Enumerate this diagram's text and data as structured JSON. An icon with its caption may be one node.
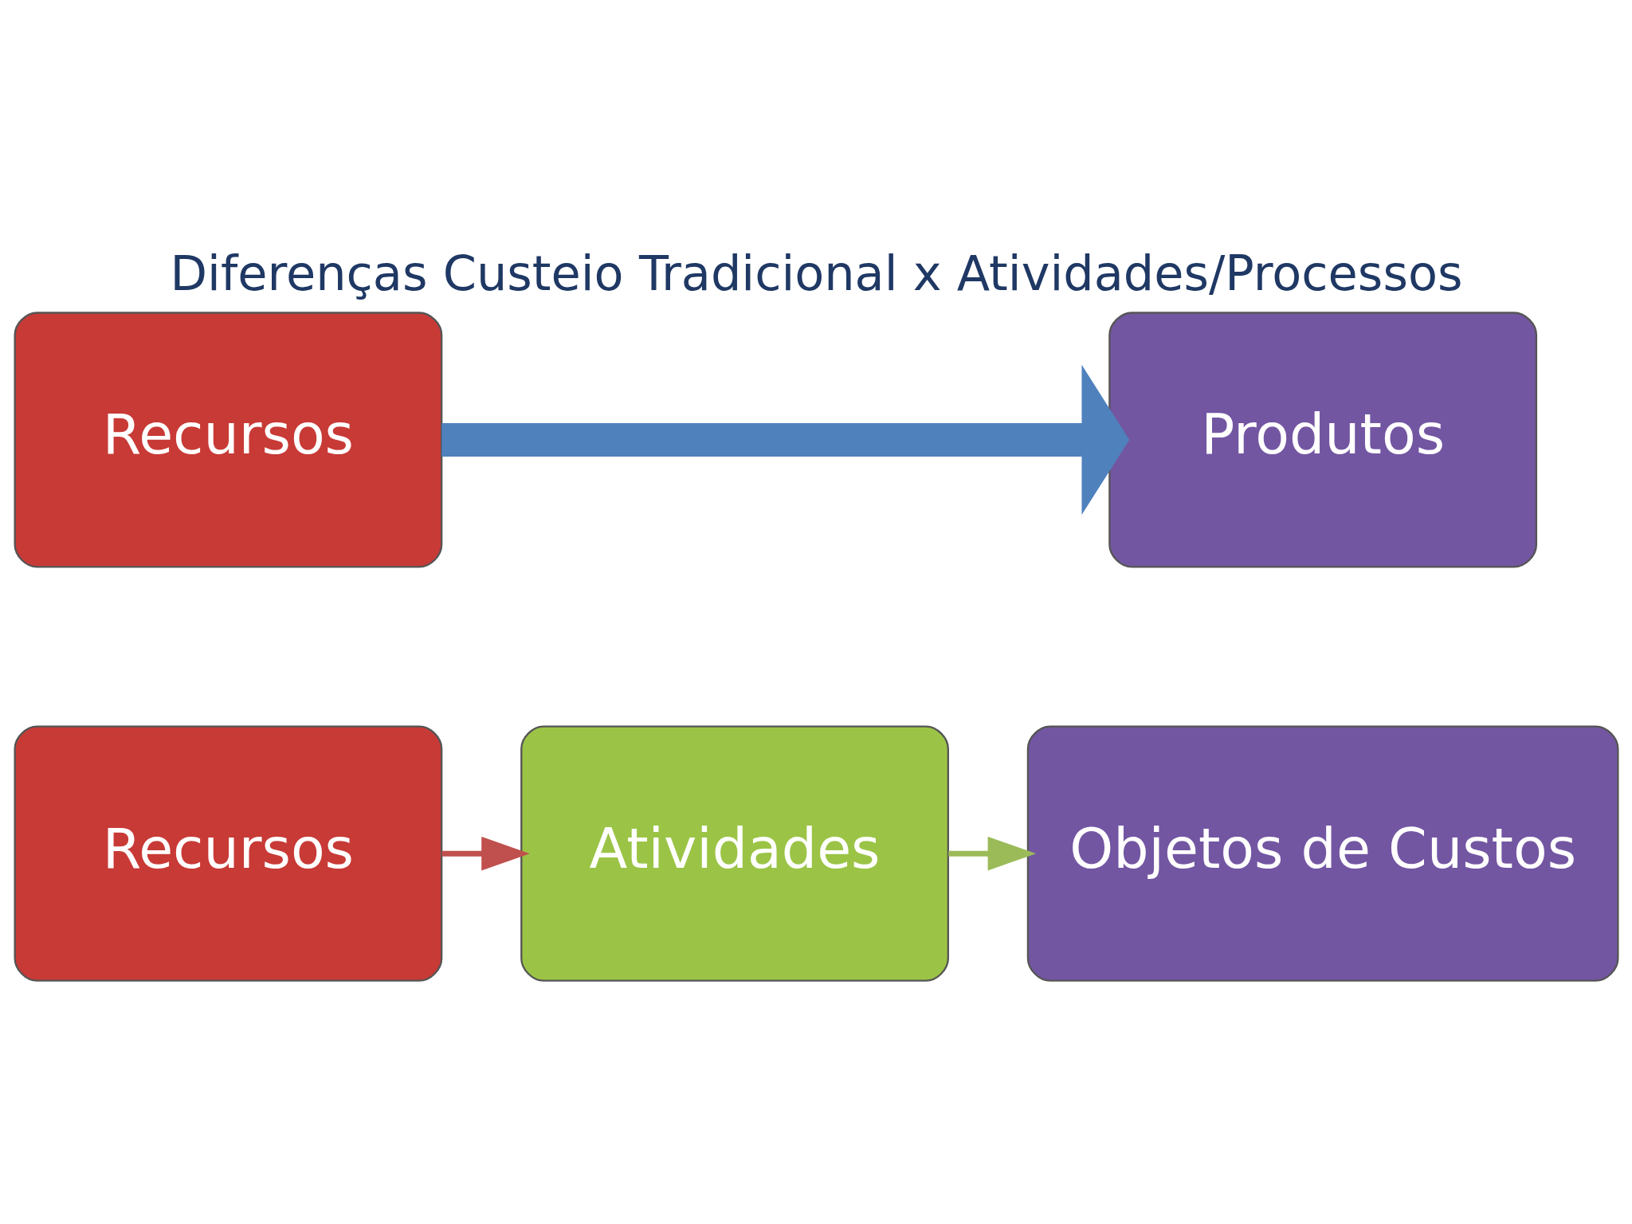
{
  "diagram": {
    "title": "Diferenças Custeio Tradicional x Atividades/Processos",
    "nodes": [
      {
        "text": [
          "Recursos"
        ]
      },
      {
        "text": [
          "Produtos"
        ]
      },
      {
        "text": [
          "Recursos"
        ]
      },
      {
        "text": [
          "Atividades"
        ]
      },
      {
        "text": [
          "Objetos de Custos"
        ]
      }
    ],
    "edges": [
      {
        "from": 0,
        "to": 1,
        "arrow": "to",
        "style": "thick",
        "color": "#4f81bd"
      },
      {
        "from": 2,
        "to": 3,
        "arrow": "to",
        "color": "#c0504d"
      },
      {
        "from": 3,
        "to": 4,
        "arrow": "to",
        "color": "#9bbb59"
      }
    ]
  }
}
